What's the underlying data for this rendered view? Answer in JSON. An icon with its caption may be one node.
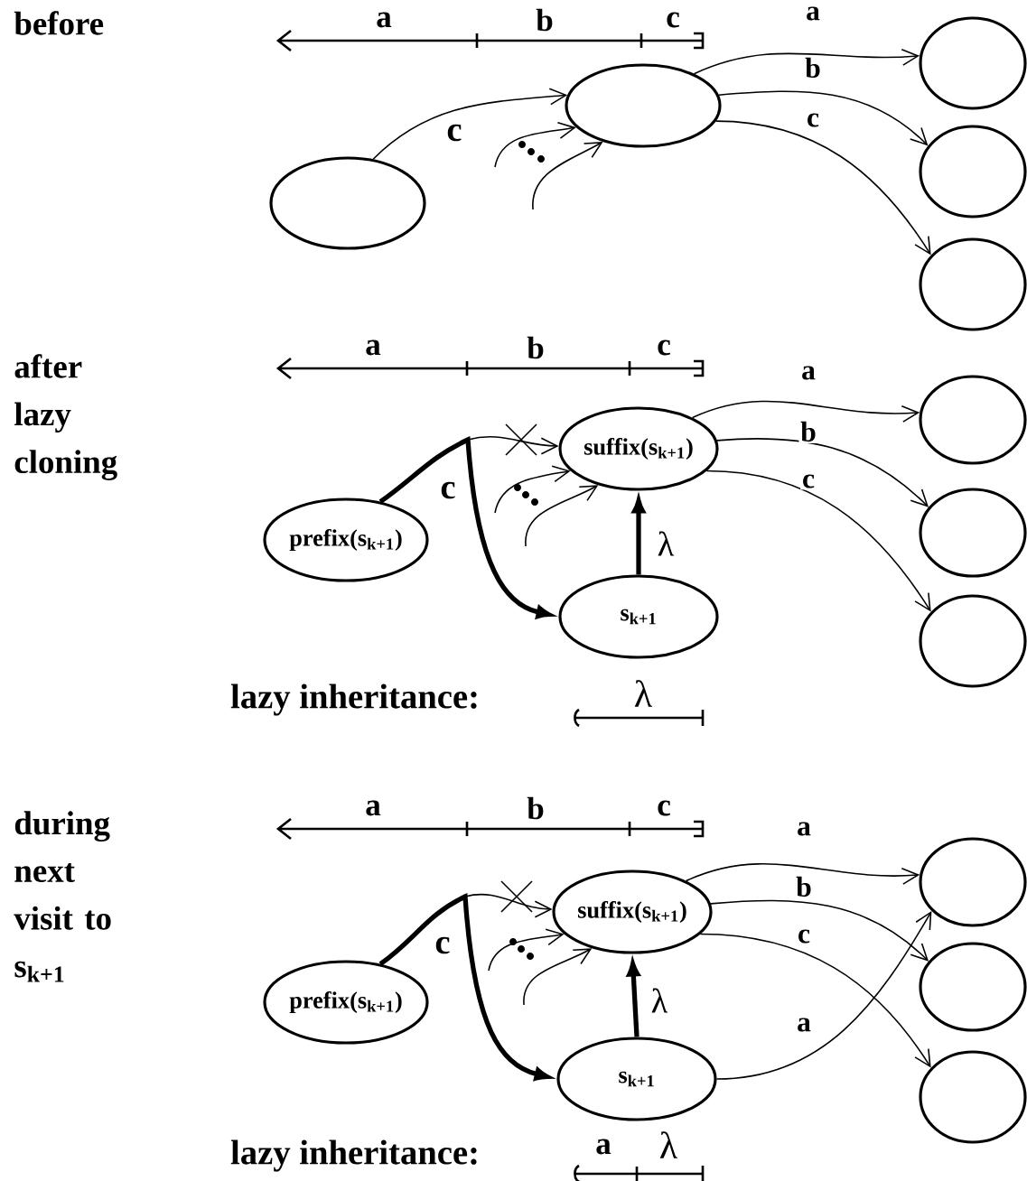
{
  "diagram": {
    "nodes": [
      {
        "text": [],
        "shape": "ellipse"
      },
      {
        "text": [],
        "shape": "ellipse"
      },
      {
        "text": [],
        "shape": "ellipse"
      },
      {
        "text": [],
        "shape": "ellipse"
      },
      {
        "text": [],
        "shape": "ellipse"
      },
      {
        "text": [
          "prefix(s$_{k+1}$)"
        ]
      },
      {
        "text": [
          "suffix(s$_{k+1}$)"
        ]
      },
      {
        "text": [
          "s$_{k+1}$"
        ]
      },
      {
        "text": [],
        "shape": "ellipse"
      },
      {
        "text": [],
        "shape": "ellipse"
      },
      {
        "text": [],
        "shape": "ellipse"
      },
      {
        "text": [
          "prefix(s$_{k+1}$)"
        ]
      },
      {
        "text": [
          "suffix(s$_{k+1}$)"
        ]
      },
      {
        "text": [
          "s$_{k+1}$"
        ]
      },
      {
        "text": [],
        "shape": "ellipse"
      },
      {
        "text": [],
        "shape": "ellipse"
      },
      {
        "text": [],
        "shape": "ellipse"
      }
    ],
    "edges": [
      {
        "from": 0,
        "to": 1,
        "arrow": "to",
        "label": "c"
      },
      {
        "from": null,
        "to": 1,
        "arrow": "to"
      },
      {
        "from": null,
        "to": 1,
        "arrow": "to"
      },
      {
        "from": 1,
        "to": 2,
        "arrow": "to",
        "label": "a"
      },
      {
        "from": 1,
        "to": 3,
        "arrow": "to",
        "label": "b"
      },
      {
        "from": 1,
        "to": 4,
        "arrow": "to",
        "label": "c"
      },
      {
        "from": 5,
        "to": 6,
        "arrow": "to"
      },
      {
        "from": 5,
        "to": 7,
        "arrow": "to",
        "label": "c",
        "style": "thick"
      },
      {
        "from": null,
        "to": 6,
        "arrow": "to"
      },
      {
        "from": null,
        "to": 6,
        "arrow": "to"
      },
      {
        "from": 7,
        "to": 6,
        "arrow": "to",
        "label": "λ",
        "style": "thick"
      },
      {
        "from": 6,
        "to": 8,
        "arrow": "to",
        "label": "a"
      },
      {
        "from": 6,
        "to": 9,
        "arrow": "to",
        "label": "b"
      },
      {
        "from": 6,
        "to": 10,
        "arrow": "to",
        "label": "c"
      },
      {
        "from": 11,
        "to": 12,
        "arrow": "to"
      },
      {
        "from": 11,
        "to": 13,
        "arrow": "to",
        "label": "c",
        "style": "thick"
      },
      {
        "from": null,
        "to": 12,
        "arrow": "to"
      },
      {
        "from": null,
        "to": 12,
        "arrow": "to"
      },
      {
        "from": 13,
        "to": 12,
        "arrow": "to",
        "label": "λ",
        "style": "thick"
      },
      {
        "from": 12,
        "to": 14,
        "arrow": "to",
        "label": "a"
      },
      {
        "from": 12,
        "to": 15,
        "arrow": "to",
        "label": "b"
      },
      {
        "from": 12,
        "to": 16,
        "arrow": "to",
        "label": "c"
      },
      {
        "from": 13,
        "to": 14,
        "arrow": "to",
        "label": "a"
      }
    ],
    "labels": [
      "before",
      "a",
      "b",
      "c",
      "after lazy cloning",
      "a",
      "b",
      "c",
      "lazy inheritance:",
      "λ",
      "during next visit to s$_{k+1}$",
      "a",
      "b",
      "c",
      "lazy inheritance:",
      "a",
      "λ"
    ]
  }
}
